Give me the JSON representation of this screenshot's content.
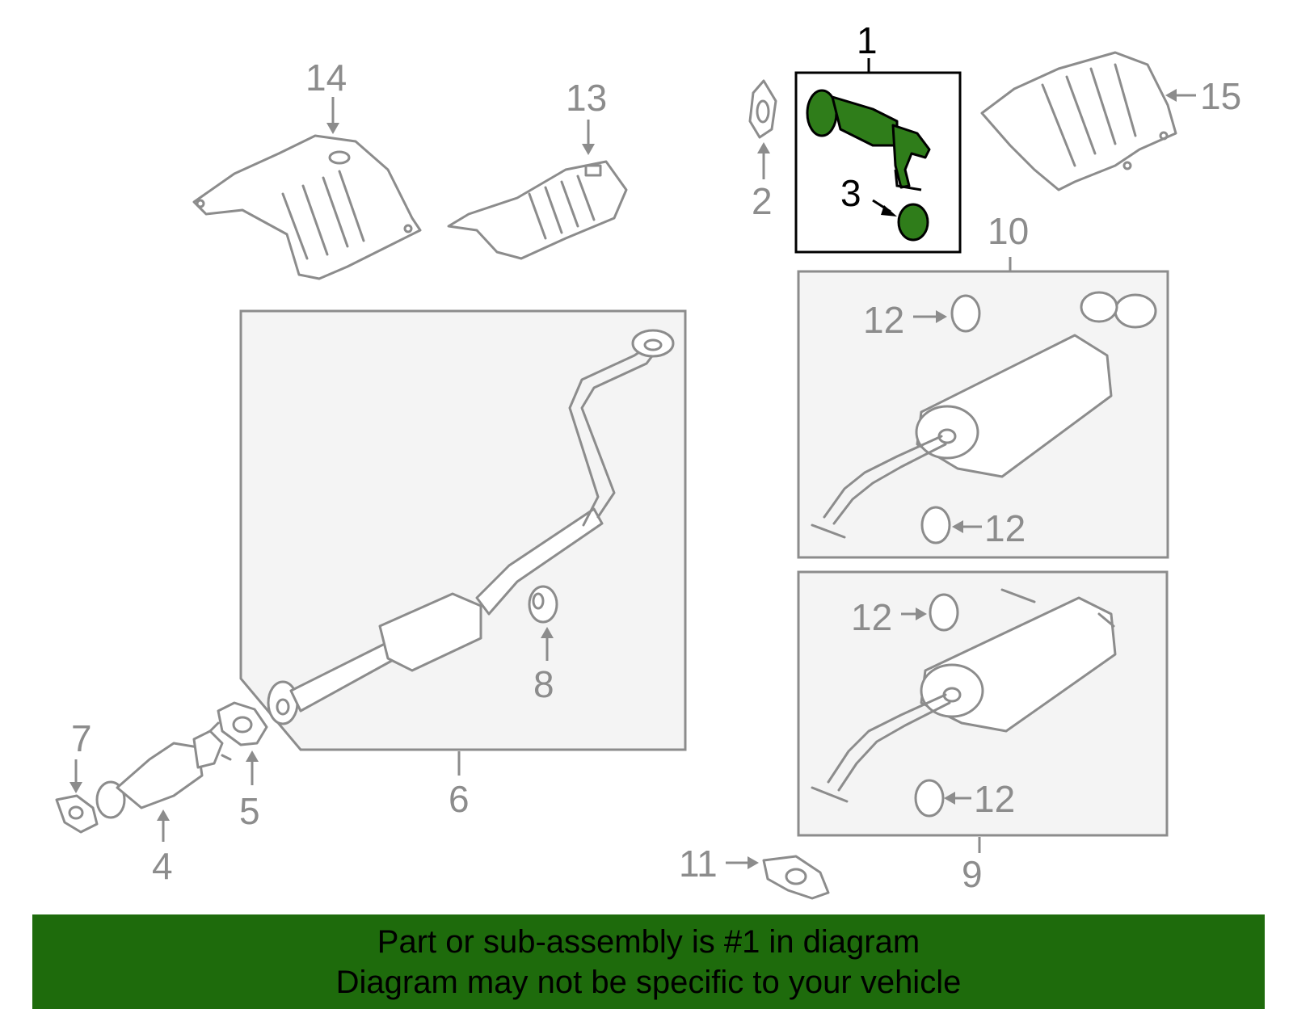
{
  "callouts": {
    "c1": "1",
    "c2": "2",
    "c3": "3",
    "c4": "4",
    "c5": "5",
    "c6": "6",
    "c7": "7",
    "c8": "8",
    "c9": "9",
    "c10": "10",
    "c11": "11",
    "c12a": "12",
    "c12b": "12",
    "c12c": "12",
    "c12d": "12",
    "c13": "13",
    "c14": "14",
    "c15": "15"
  },
  "banner": {
    "line1": "Part or sub-assembly is #1 in diagram",
    "line2": "Diagram may not be specific to your vehicle"
  },
  "colors": {
    "highlight": "#2f7d1a",
    "banner": "#1e6b0c",
    "parts": "#8c8c8c"
  }
}
